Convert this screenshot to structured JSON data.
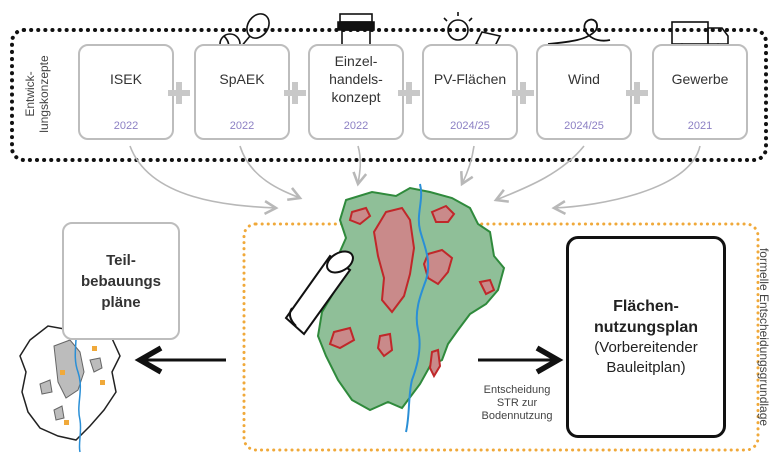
{
  "concepts_group_label": "Entwick-\nlungskonzepte",
  "concepts": [
    {
      "label": "ISEK",
      "year": "2022",
      "icon": "none"
    },
    {
      "label": "SpAEK",
      "year": "2022",
      "icon": "tennis-racket-ball-icon"
    },
    {
      "label": "Einzel-\nhandels-\nkonzept",
      "year": "2022",
      "icon": "shop-stall-icon"
    },
    {
      "label": "PV-Flächen",
      "year": "2024/25",
      "icon": "sun-solar-panel-icon"
    },
    {
      "label": "Wind",
      "year": "2024/25",
      "icon": "wind-swirl-icon"
    },
    {
      "label": "Gewerbe",
      "year": "2021",
      "icon": "truck-icon"
    }
  ],
  "teilbebauungsplaene": {
    "label": "Teil-\nbebauungs\npläne"
  },
  "flaechennutzungsplan": {
    "title": "Flächen-\nnutzungsplan",
    "subtitle": "(Vorbereitender\nBauleitplan)"
  },
  "formal_label": "formelle Entscheidungsgrundlage",
  "decision_label": "Entscheidung\nSTR zur\nBodennutzung",
  "colors": {
    "box_border": "#bdbdbd",
    "year_text": "#8c80c4",
    "dotted_frame": "#111111",
    "formal_frame": "#f0a93a",
    "map_green": "#8fbf98",
    "map_green_border": "#2f8a3c",
    "map_red": "#c98a8a",
    "map_red_border": "#c0282a",
    "river": "#2a8fd6",
    "arrow_gray": "#b8b8b8"
  }
}
